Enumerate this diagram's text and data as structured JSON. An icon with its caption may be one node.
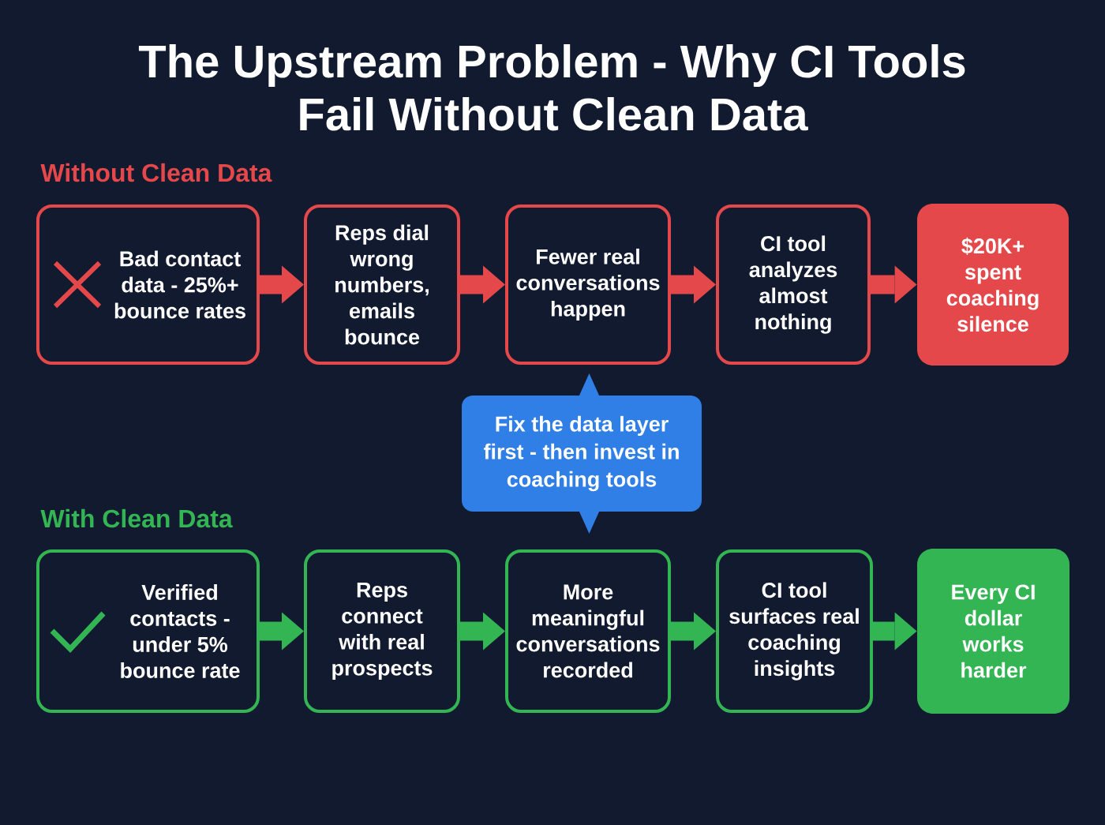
{
  "diagram": {
    "title": "The Upstream Problem - Why CI Tools Fail Without Clean Data",
    "nodes": [
      {
        "text": [
          "Bad contact data - 25%+ bounce rates"
        ]
      },
      {
        "text": [
          "Reps dial wrong numbers, emails bounce"
        ]
      },
      {
        "text": [
          "Fewer real conversations happen"
        ]
      },
      {
        "text": [
          "CI tool analyzes almost nothing"
        ]
      },
      {
        "text": [
          "$20K+ spent coaching silence"
        ]
      },
      {
        "text": [
          "Fix the data layer first - then invest in coaching tools"
        ]
      },
      {
        "text": [
          "Verified contacts - under 5% bounce rate"
        ]
      },
      {
        "text": [
          "Reps connect with real prospects"
        ]
      },
      {
        "text": [
          "More meaningful conversations recorded"
        ]
      },
      {
        "text": [
          "CI tool surfaces real coaching insights"
        ]
      },
      {
        "text": [
          "Every CI dollar works harder"
        ]
      }
    ],
    "edges": [
      {
        "from": 0,
        "to": 1,
        "arrow": "to",
        "color": "#e5484a"
      },
      {
        "from": 1,
        "to": 2,
        "arrow": "to",
        "color": "#e5484a"
      },
      {
        "from": 2,
        "to": 3,
        "arrow": "to",
        "color": "#e5484a"
      },
      {
        "from": 3,
        "to": 4,
        "arrow": "to",
        "color": "#e5484a"
      },
      {
        "from": 6,
        "to": 7,
        "arrow": "to",
        "color": "#34b554"
      },
      {
        "from": 7,
        "to": 8,
        "arrow": "to",
        "color": "#34b554"
      },
      {
        "from": 8,
        "to": 9,
        "arrow": "to",
        "color": "#34b554"
      },
      {
        "from": 9,
        "to": 10,
        "arrow": "to",
        "color": "#34b554"
      }
    ],
    "labels": [
      "Without Clean Data",
      "With Clean Data"
    ]
  }
}
